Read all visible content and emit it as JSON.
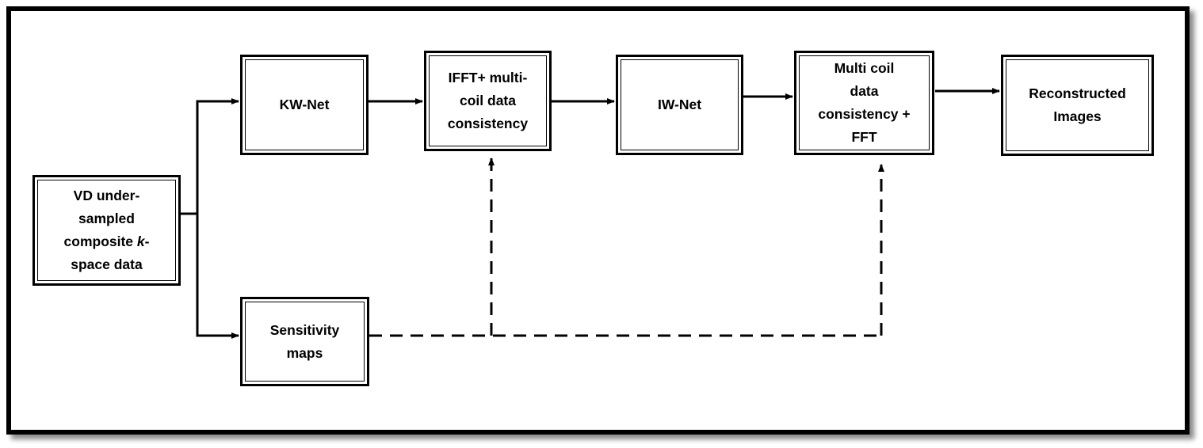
{
  "nodes": {
    "input": {
      "label_pre": "VD under-\nsampled\ncomposite ",
      "label_italic": "k",
      "label_post": "-\nspace data"
    },
    "kwnet": {
      "label": "KW-Net"
    },
    "ifft": {
      "label": "IFFT+ multi-\ncoil data\nconsistency"
    },
    "iwnet": {
      "label": "IW-Net"
    },
    "multicoil": {
      "label": "Multi coil\ndata\nconsistency +\nFFT"
    },
    "recon": {
      "label": "Reconstructed\nImages"
    },
    "sens": {
      "label": "Sensitivity\nmaps"
    }
  },
  "edges": [
    {
      "from": "input",
      "to": "kwnet",
      "style": "solid"
    },
    {
      "from": "input",
      "to": "sens",
      "style": "solid"
    },
    {
      "from": "kwnet",
      "to": "ifft",
      "style": "solid"
    },
    {
      "from": "ifft",
      "to": "iwnet",
      "style": "solid"
    },
    {
      "from": "iwnet",
      "to": "multicoil",
      "style": "solid"
    },
    {
      "from": "multicoil",
      "to": "recon",
      "style": "solid"
    },
    {
      "from": "sens",
      "to": "ifft",
      "style": "dashed"
    },
    {
      "from": "sens",
      "to": "multicoil",
      "style": "dashed"
    }
  ]
}
